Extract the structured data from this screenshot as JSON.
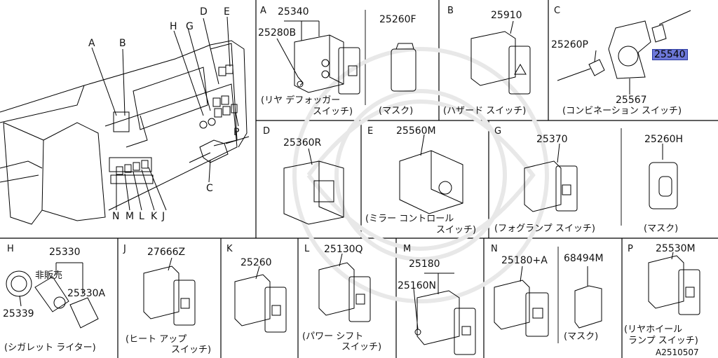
{
  "sections": {
    "A": {
      "letter": "A"
    },
    "B": {
      "letter": "B"
    },
    "C": {
      "letter": "C"
    },
    "D": {
      "letter": "D"
    },
    "E": {
      "letter": "E"
    },
    "G": {
      "letter": "G"
    },
    "H": {
      "letter": "H"
    },
    "J": {
      "letter": "J"
    },
    "K": {
      "letter": "K"
    },
    "L": {
      "letter": "L"
    },
    "M": {
      "letter": "M"
    },
    "N": {
      "letter": "N"
    },
    "P": {
      "letter": "P"
    }
  },
  "overview": {
    "callouts": [
      "A",
      "B",
      "D",
      "E",
      "H",
      "G",
      "P",
      "C",
      "N",
      "M",
      "L",
      "K",
      "J"
    ]
  },
  "parts": {
    "p25340": "25340",
    "p25280B": "25280B",
    "p25260F": "25260F",
    "p25910": "25910",
    "p25260P": "25260P",
    "p25540": "25540",
    "p25567": "25567",
    "p25360R": "25360R",
    "p25560M": "25560M",
    "p25370": "25370",
    "p25260H": "25260H",
    "p25330": "25330",
    "not_sold": "非販売",
    "p25330A": "25330A",
    "p25339": "25339",
    "p27666Z": "27666Z",
    "p25260": "25260",
    "p25130Q": "25130Q",
    "p25180": "25180",
    "p25160N": "25160N",
    "p25180A": "25180+A",
    "p68494M": "68494M",
    "p25530M": "25530M"
  },
  "labels": {
    "rear_defogger_1": "(リヤ デフォッガー",
    "rear_defogger_2": "スイッチ)",
    "mask_a": "(マスク)",
    "hazard": "(ハザード スイッチ)",
    "combination": "(コンビネーション スイッチ)",
    "mirror_1": "(ミラー  コントロール",
    "mirror_2": "スイッチ)",
    "fog": "(フォグランプ スイッチ)",
    "mask_g": "(マスク)",
    "cigarette": "(シガレット ライター)",
    "heat_up_1": "(ヒート アップ",
    "heat_up_2": "スイッチ)",
    "power_shift_1": "(パワー シフト",
    "power_shift_2": "スイッチ)",
    "mask_n": "(マスク)",
    "rear_wheel_1": "(リヤホイール",
    "rear_wheel_2": "ランプ  スイッチ)"
  },
  "reference": "A2510507",
  "colors": {
    "highlight": "#6d78d8",
    "line": "#000000"
  }
}
